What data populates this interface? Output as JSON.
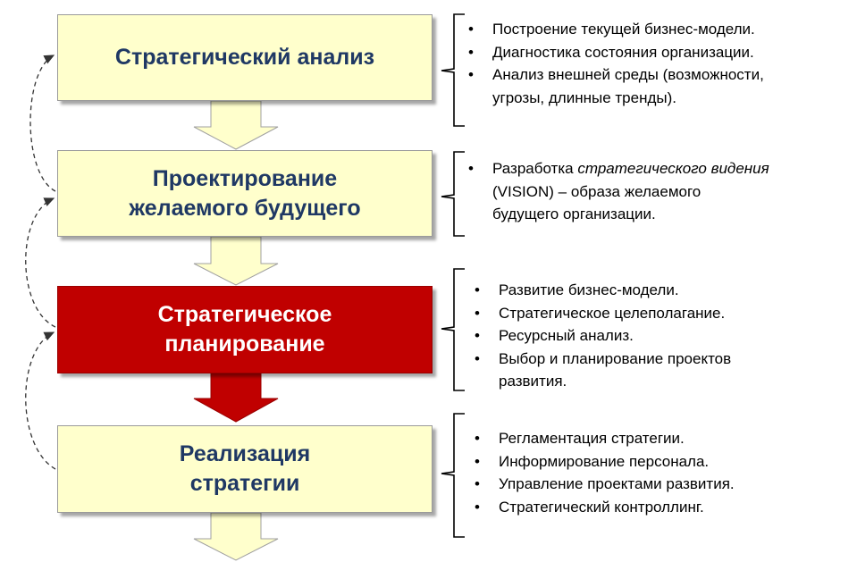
{
  "stages": [
    {
      "id": "analysis",
      "lines": [
        "Стратегический анализ"
      ],
      "highlighted": false
    },
    {
      "id": "design",
      "lines": [
        "Проектирование",
        "желаемого будущего"
      ],
      "highlighted": false
    },
    {
      "id": "planning",
      "lines": [
        "Стратегическое",
        "планирование"
      ],
      "highlighted": true
    },
    {
      "id": "implementation",
      "lines": [
        "Реализация",
        "стратегии"
      ],
      "highlighted": false
    }
  ],
  "details": {
    "analysis": [
      [
        "Построение текущей бизнес-модели."
      ],
      [
        "Диагностика состояния организации."
      ],
      [
        "Анализ внешней среды (возможности,",
        "угрозы, длинные тренды)."
      ]
    ],
    "design": {
      "before": "Разработка ",
      "emphasis": "стратегического видения",
      "after_lines": [
        "(VISION) – образа желаемого",
        "будущего организации."
      ]
    },
    "planning": [
      [
        "Развитие бизнес-модели."
      ],
      [
        "Стратегическое  целеполагание."
      ],
      [
        "Ресурсный анализ."
      ],
      [
        "Выбор и планирование  проектов",
        "развития."
      ]
    ],
    "implementation": [
      [
        "Регламентация  стратегии."
      ],
      [
        "Информирование  персонала."
      ],
      [
        "Управление проектами развития."
      ],
      [
        "Стратегический  контроллинг."
      ]
    ]
  },
  "colors": {
    "box_fill": "#ffffcc",
    "box_text": "#1f3864",
    "highlight_fill": "#c00000",
    "highlight_text": "#ffffff",
    "arrow_fill": "#ffffcc",
    "highlight_arrow_fill": "#c00000"
  }
}
